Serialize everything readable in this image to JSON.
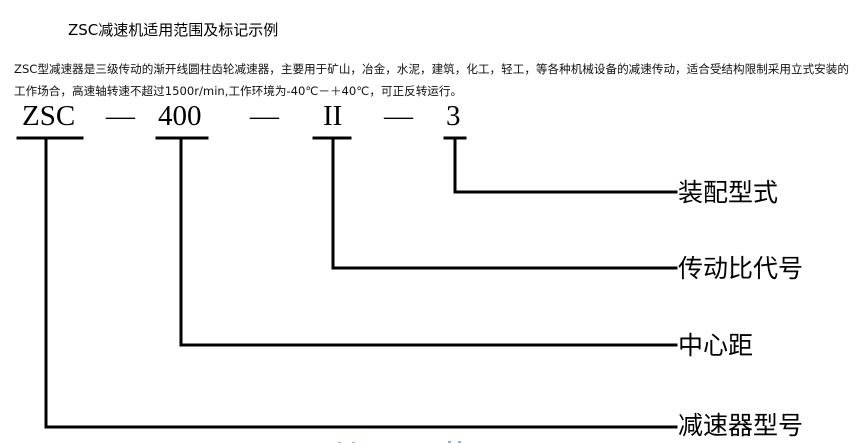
{
  "title": "ZSC减速机适用范围及标记示例",
  "description": "ZSC型减速器是三级传动的渐开线圆柱齿轮减速器，主要用于矿山，冶金，水泥，建筑，化工，轻工，等各种机械设备的减速传动，适合受结构限制采用立式安装的工作场合，高速轴转速不超过1500r/min,工作环境为-40℃－＋40℃，可正反转运行。",
  "model_code": {
    "part1": "ZSC",
    "dash": "—",
    "part2": "400",
    "part3": "II",
    "part4": "3"
  },
  "legend": {
    "assembly": "装配型式",
    "ratio": "传动比代号",
    "center": "中心距",
    "model": "减速器型号"
  }
}
